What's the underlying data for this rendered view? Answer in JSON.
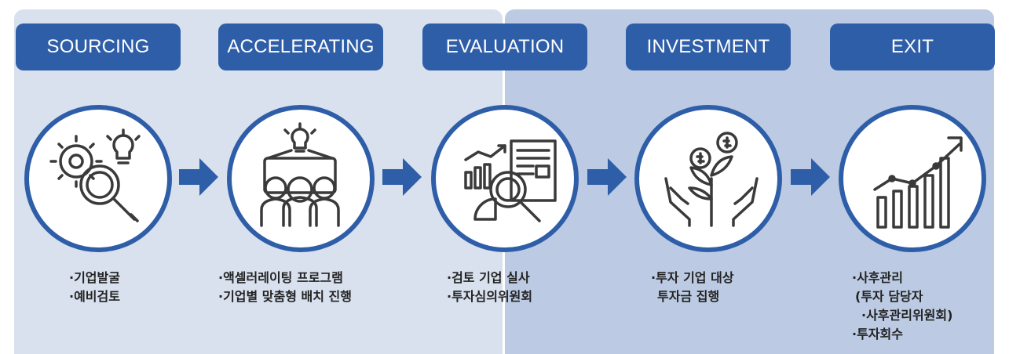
{
  "stages": [
    {
      "title": "SOURCING",
      "icon": "gear-magnifier-bulb-icon",
      "lines": [
        "·기업발굴",
        "·예비검토"
      ]
    },
    {
      "title": "ACCELERATING",
      "icon": "team-idea-icon",
      "lines": [
        "·액셀러레이팅 프로그램",
        "·기업별 맞춤형 배치 진행"
      ]
    },
    {
      "title": "EVALUATION",
      "icon": "report-analysis-icon",
      "lines": [
        "·검토 기업 실사",
        "·투자심의위원회"
      ]
    },
    {
      "title": "INVESTMENT",
      "icon": "money-plant-hands-icon",
      "lines": [
        "·투자 기업 대상",
        "투자금 집행"
      ]
    },
    {
      "title": "EXIT",
      "icon": "growth-chart-icon",
      "lines": [
        "·사후관리",
        "(투자 담당자",
        "·사후관리위원회)",
        "·투자회수"
      ]
    }
  ],
  "colors": {
    "accent": "#2f5ea8",
    "panel_left": "#d9e1ef",
    "panel_right": "#bccbe3",
    "icon_stroke": "#3a3a3a"
  }
}
